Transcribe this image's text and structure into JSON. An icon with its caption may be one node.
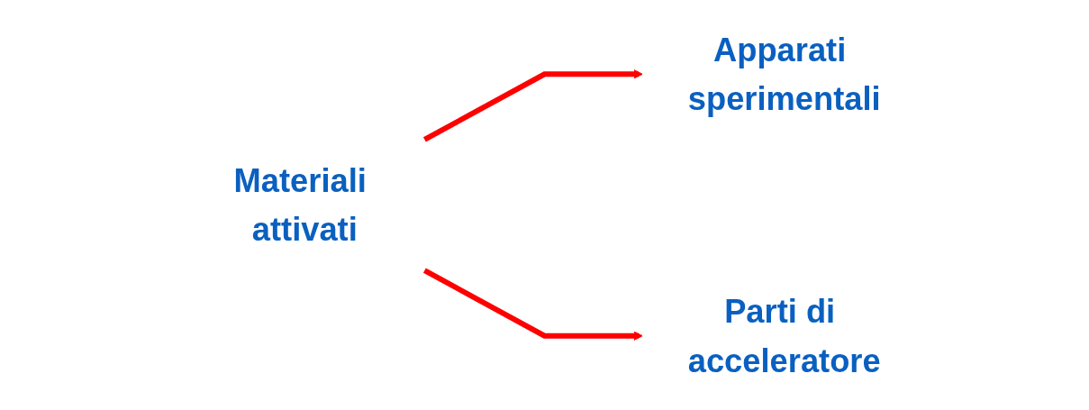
{
  "diagram": {
    "nodes": [
      {
        "text": [
          "Materiali attivati"
        ]
      },
      {
        "text": [
          "Apparati sperimentali"
        ]
      },
      {
        "text": [
          "Parti di acceleratore"
        ]
      }
    ],
    "edges": [
      {
        "from": 0,
        "to": 1,
        "arrow": "to"
      },
      {
        "from": 0,
        "to": 2,
        "arrow": "to"
      }
    ]
  }
}
